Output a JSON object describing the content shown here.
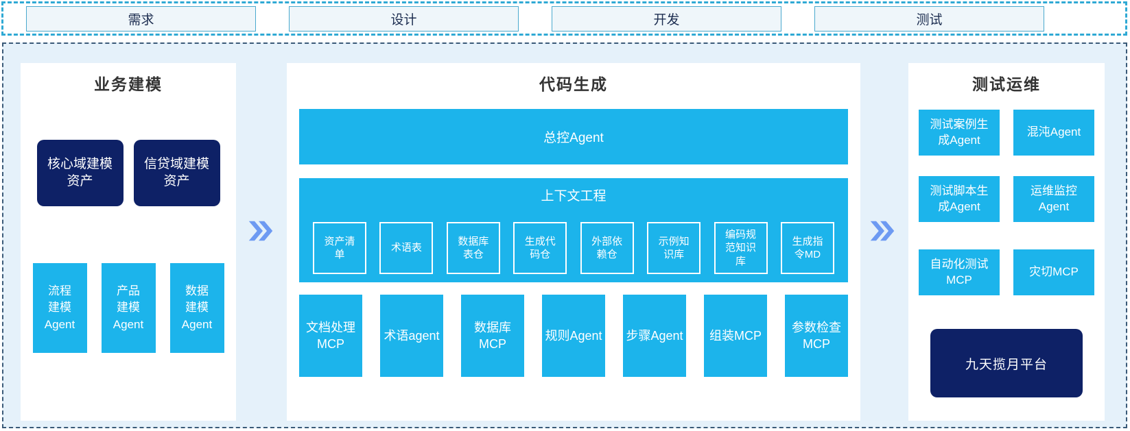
{
  "phases": [
    "需求",
    "设计",
    "开发",
    "测试"
  ],
  "icons": {
    "flow_arrow": "chevron-double-right-icon"
  },
  "colors": {
    "accent_cyan": "#1CB4EB",
    "deep_navy": "#0E2166",
    "canvas_blue": "#E5F1FA",
    "arrow_blue": "#6D9AF2",
    "strip_border": "#2FA9D4",
    "phase_box_bg": "#EFF6FA",
    "phase_box_border": "#4AA9CE",
    "dash_border": "#3A5A78",
    "title_text": "#333333",
    "phase_text": "#1C2D50",
    "box_text": "#FFFFFF"
  },
  "business_modeling": {
    "title": "业务建模",
    "assets": [
      "核心域建模\n资产",
      "信贷域建模\n资产"
    ],
    "agents": [
      "流程\n建模\nAgent",
      "产品\n建模\nAgent",
      "数据\n建模\nAgent"
    ]
  },
  "code_generation": {
    "title": "代码生成",
    "master_agent": "总控Agent",
    "context_engineering": {
      "title": "上下文工程",
      "items": [
        "资产清\n单",
        "术语表",
        "数据库\n表仓",
        "生成代\n码仓",
        "外部依\n赖仓",
        "示例知\n识库",
        "编码规\n范知识\n库",
        "生成指\n令MD"
      ]
    },
    "tools": [
      "文档处理\nMCP",
      "术语agent",
      "数据库\nMCP",
      "规则Agent",
      "步骤Agent",
      "组装MCP",
      "参数检查\nMCP"
    ]
  },
  "test_ops": {
    "title": "测试运维",
    "agent_rows": [
      [
        "测试案例生\n成Agent",
        "混沌Agent"
      ],
      [
        "测试脚本生\n成Agent",
        "运维监控\nAgent"
      ],
      [
        "自动化测试\nMCP",
        "灾切MCP"
      ]
    ],
    "platform": "九天揽月平台"
  }
}
